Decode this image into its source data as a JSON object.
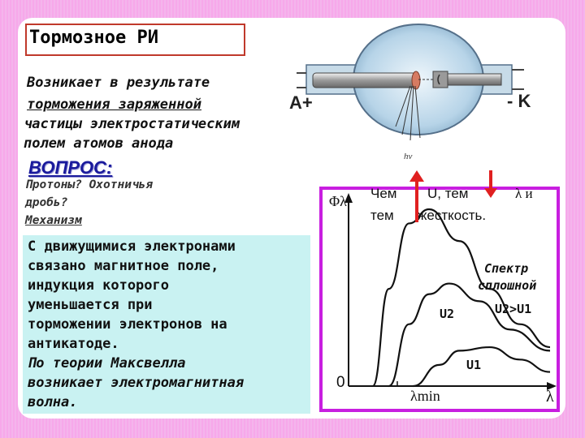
{
  "slide": {
    "title": "Тормозное РИ",
    "intro_lines": [
      "Возникает в результате",
      "торможения заряженной",
      "частицы электростатическим",
      "полем атомов анода"
    ],
    "question_heading": "ВОПРОС:",
    "question_lines": [
      "Протоны? Охотничья",
      "дробь?",
      "Механизм"
    ],
    "answer_lines": [
      "С движущимися электронами",
      "связано магнитное поле,",
      "индукция которого",
      "уменьшается при",
      "торможении электронов на",
      "антикатоде."
    ],
    "theory_lines": [
      "По теории  Максвелла",
      "возникает электромагнитная",
      "волна."
    ]
  },
  "tube": {
    "anode_sign": "A+",
    "cathode_sign": "- K",
    "ray_label": "hv"
  },
  "statement": {
    "line1_a": "Чем",
    "line1_b": "U, тем",
    "line1_c": "λ  и",
    "line2_a": "тем",
    "line2_b": "жесткость."
  },
  "chart_data": {
    "type": "line",
    "ylabel": "Φλ",
    "xlabel": "λ",
    "origin_label": "0",
    "lambda_min_label": "λmin",
    "annotation_title": "Спектр",
    "annotation_sub": "сплошной",
    "comparison_label": "U2>U1",
    "series": [
      {
        "name": "U2",
        "x": [
          0.12,
          0.2,
          0.3,
          0.4,
          0.55,
          0.7,
          0.85,
          1.0
        ],
        "values": [
          0,
          0.55,
          0.92,
          1.0,
          0.82,
          0.55,
          0.35,
          0.22
        ]
      },
      {
        "name": "U1",
        "x": [
          0.2,
          0.3,
          0.4,
          0.5,
          0.65,
          0.8,
          1.0
        ],
        "values": [
          0,
          0.35,
          0.52,
          0.58,
          0.48,
          0.32,
          0.2
        ]
      },
      {
        "name": "",
        "x": [
          0.32,
          0.45,
          0.55,
          0.7,
          0.85,
          1.0
        ],
        "values": [
          0,
          0.12,
          0.2,
          0.22,
          0.15,
          0.08
        ]
      }
    ]
  },
  "colors": {
    "background": "#f7a8ea",
    "answer_box": "#c9f2f2",
    "chart_frame": "#c81ee0",
    "arrows": "#e02020",
    "question": "#1a1a9c",
    "title_border": "#c0392b"
  }
}
